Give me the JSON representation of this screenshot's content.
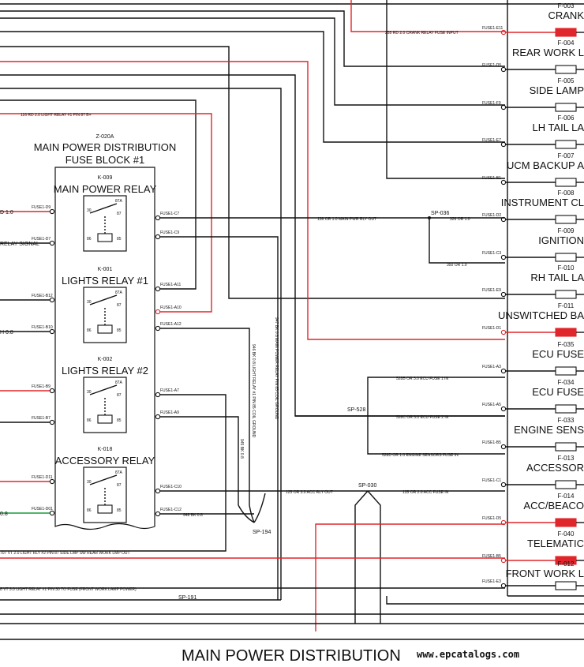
{
  "title": "MAIN POWER DISTRIBUTION",
  "watermark": "www.epcatalogs.com",
  "block": {
    "id": "Z-020A",
    "name_line1": "MAIN POWER DISTRIBUTION",
    "name_line2": "FUSE BLOCK #1"
  },
  "relays": [
    {
      "id": "K-009",
      "name": "MAIN POWER RELAY"
    },
    {
      "id": "K-001",
      "name": "LIGHTS RELAY #1"
    },
    {
      "id": "K-002",
      "name": "LIGHTS RELAY #2"
    },
    {
      "id": "K-018",
      "name": "ACCESSORY RELAY"
    }
  ],
  "pins": {
    "p30": "30",
    "p87a": "87A",
    "p87": "87",
    "p86": "86",
    "p85": "85"
  },
  "fuses": [
    {
      "id": "F-003",
      "name": "CRANK",
      "connector": "FUSE1-E11",
      "blown": true
    },
    {
      "id": "F-004",
      "name": "REAR WORK L",
      "connector": "FUSE1-D5",
      "blown": false
    },
    {
      "id": "F-005",
      "name": "SIDE LAMP",
      "connector": "FUSE1-F9",
      "blown": false
    },
    {
      "id": "F-006",
      "name": "LH TAIL LA",
      "connector": "FUSE1-E7",
      "blown": false
    },
    {
      "id": "F-007",
      "name": "UCM BACKUP A",
      "connector": "FUSE1-B1",
      "blown": false
    },
    {
      "id": "F-008",
      "name": "INSTRUMENT CL",
      "connector": "FUSE1-D2",
      "blown": false
    },
    {
      "id": "F-009",
      "name": "IGNITION",
      "connector": "FUSE1-C3",
      "blown": false
    },
    {
      "id": "F-010",
      "name": "RH TAIL LA",
      "connector": "FUSE1-E9",
      "blown": false
    },
    {
      "id": "F-011",
      "name": "UNSWITCHED BA",
      "connector": "FUSE1-D1",
      "blown": true
    },
    {
      "id": "F-035",
      "name": "ECU FUSE",
      "connector": "FUSE1-A3",
      "blown": false
    },
    {
      "id": "F-034",
      "name": "ECU FUSE",
      "connector": "FUSE1-A5",
      "blown": false
    },
    {
      "id": "F-033",
      "name": "ENGINE SENS",
      "connector": "FUSE1-B5",
      "blown": false
    },
    {
      "id": "F-013",
      "name": "ACCESSOR",
      "connector": "FUSE1-C1",
      "blown": false
    },
    {
      "id": "F-014",
      "name": "ACC/BEACO",
      "connector": "FUSE1-D5",
      "blown": true
    },
    {
      "id": "F-040",
      "name": "TELEMATIC",
      "connector": "FUSE1-B5",
      "blown": true
    },
    {
      "id": "F-012",
      "name": "FRONT WORK L",
      "connector": "FUSE1-E3",
      "blown": false
    }
  ],
  "left_conn": [
    "FUSE1-D9",
    "FUSE1-D7",
    "FUSE1-B12",
    "FUSE1-B10",
    "FUSE1-B9",
    "FUSE1-B7",
    "FUSE1-D11",
    "FUSE1-D01"
  ],
  "right_conn": [
    "FUSE1-C7",
    "FUSE1-C9",
    "FUSE1-A11",
    "FUSE1-A10",
    "FUSE1-A12",
    "FUSE1-A7",
    "FUSE1-A9",
    "FUSE1-C10",
    "FUSE1-C12"
  ],
  "splices": {
    "sp036": "SP-036",
    "sp528": "SP-528",
    "sp030": "SP-030",
    "sp194": "SP-194",
    "sp191": "SP-191"
  },
  "wires": {
    "w255": "255 RD 2.0 CRANK RELAY FUSE INPUT",
    "w116": "116 RD 2.0 LIGHT RELAY #1 PIN 87 B+",
    "w136": "136 OR 1.0 MAIN PWR RLY OUT",
    "w326": "326 OR 1.0",
    "w350": "350 OR 1.0",
    "w528b": "528B OR 3.0 ECU FUSE 1 IN",
    "w528c": "528C OR 3.0 ECU FUSE 2 IN",
    "w528d": "528D OR 1.0 ENGINE SENSORS FUSE IN",
    "w125": "125 OR 3.0 ACC RLY OUT",
    "w135": "135 OR 2.0 ACC FUSE IN",
    "w948": "948 BK 0.8",
    "w947": "947 BK 0.8 MAIN POWER RELAY PIN 85 COIL GROUND",
    "w946": "946 BK 0.8 LIGHT RELAY #1 PIN 85 COIL GROUND",
    "w945": "945 BK 0.8",
    "w707": "707 VT 2.0 LIGHT RLY #2 PIN 87 SIDE LMP SW REAR WORK LMP OUT",
    "w8vt": "8 VT 3.0 LIGHT RELAY #1 PIN 30 TO FUSE (FRONT WORK LAMP POWER)",
    "left_d10": "D 1.0",
    "left_relay_signal": "RELAY SIGNAL",
    "left_h08": "H 0.8",
    "left_08": "0.8"
  }
}
